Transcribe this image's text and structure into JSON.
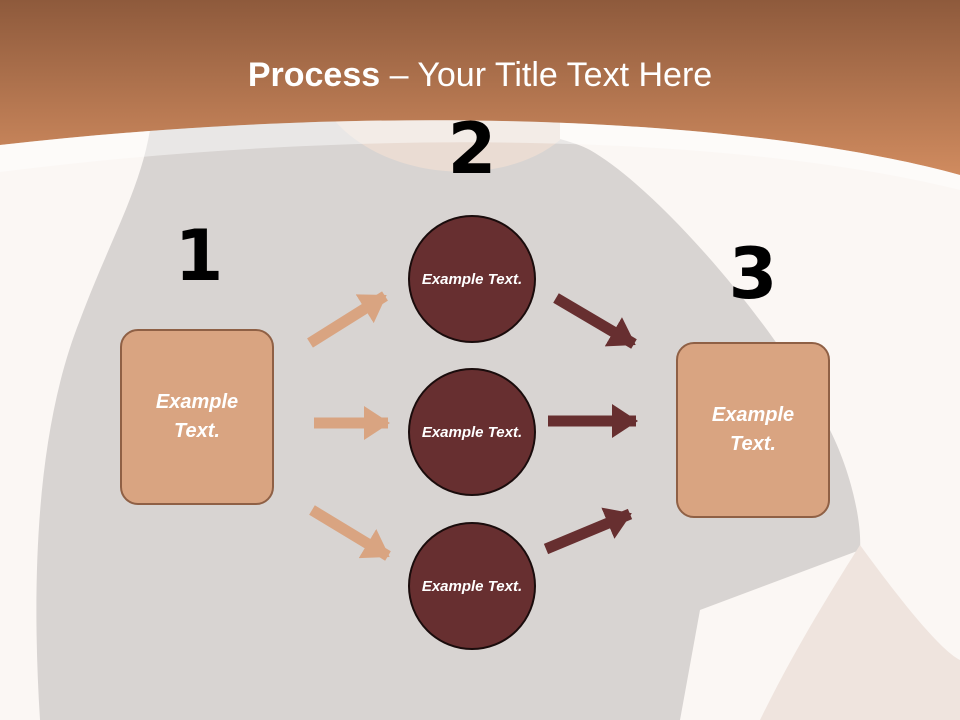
{
  "title": {
    "bold": "Process",
    "rest": " – Your Title Text Here"
  },
  "steps": [
    {
      "number": "1",
      "text": "Example Text."
    },
    {
      "number": "2",
      "items": [
        "Example Text.",
        "Example Text.",
        "Example Text."
      ]
    },
    {
      "number": "3",
      "text": "Example Text."
    }
  ],
  "colors": {
    "header": "#c47d52",
    "box_fill": "#d9a481",
    "circle_fill": "#672f30",
    "arrow_light": "#d9a481",
    "arrow_dark": "#672f30"
  }
}
